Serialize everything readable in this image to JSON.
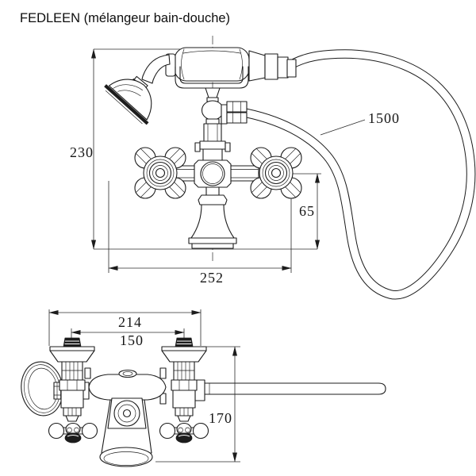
{
  "title": "FEDLEEN (mélangeur bain-douche)",
  "colors": {
    "ink": "#1c1c1c",
    "paper": "#ffffff"
  },
  "front_view": {
    "dim_total_height": "230",
    "dim_spout_height": "65",
    "dim_body_width": "252",
    "dim_hose_length": "1500"
  },
  "plan_view": {
    "dim_overall_width": "214",
    "dim_hole_distance": "150",
    "dim_depth": "170"
  }
}
